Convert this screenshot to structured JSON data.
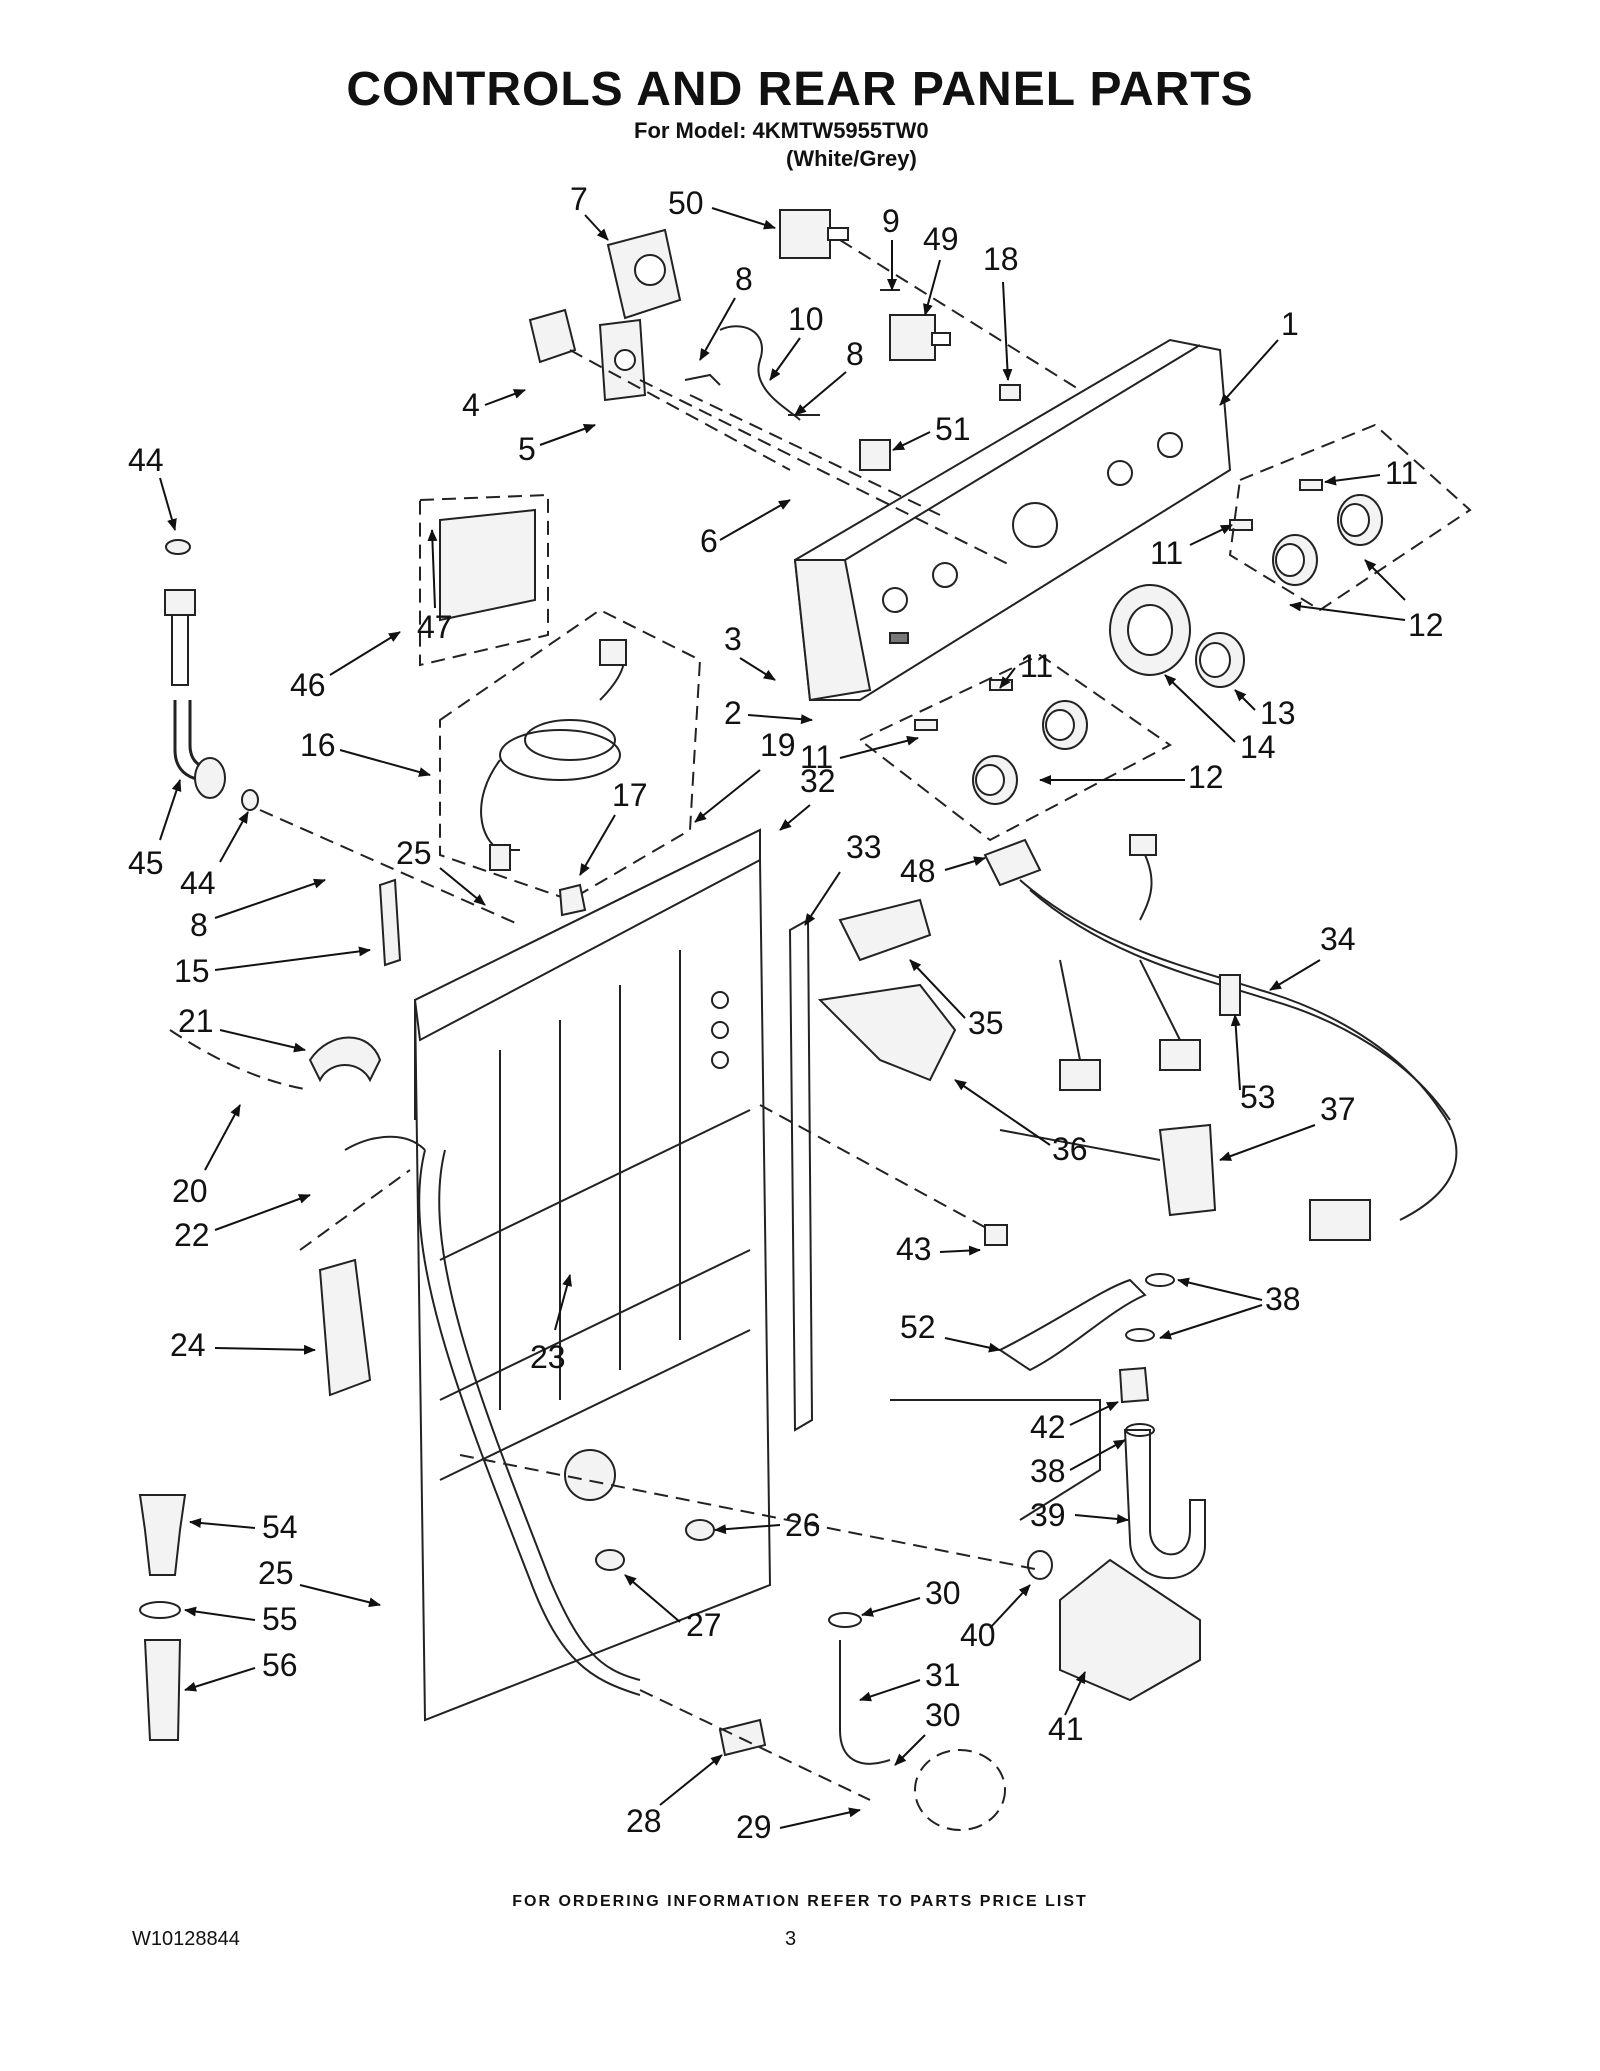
{
  "header": {
    "title": "CONTROLS AND REAR PANEL PARTS",
    "model_line": "For Model: 4KMTW5955TW0",
    "color_line": "(White/Grey)"
  },
  "footer": {
    "ordering_note": "FOR ORDERING INFORMATION REFER TO PARTS PRICE LIST",
    "document_number": "W10128844",
    "page_number": "3"
  },
  "callouts": [
    "7",
    "50",
    "9",
    "49",
    "18",
    "8",
    "10",
    "8",
    "1",
    "4",
    "5",
    "51",
    "44",
    "6",
    "11",
    "11",
    "47",
    "12",
    "46",
    "3",
    "13",
    "2",
    "11",
    "14",
    "16",
    "11",
    "12",
    "19",
    "32",
    "17",
    "33",
    "48",
    "34",
    "45",
    "44",
    "25",
    "8",
    "15",
    "35",
    "21",
    "53",
    "37",
    "36",
    "20",
    "22",
    "43",
    "38",
    "24",
    "52",
    "23",
    "42",
    "38",
    "39",
    "54",
    "26",
    "25",
    "30",
    "40",
    "55",
    "27",
    "31",
    "56",
    "30",
    "41",
    "28",
    "29"
  ]
}
